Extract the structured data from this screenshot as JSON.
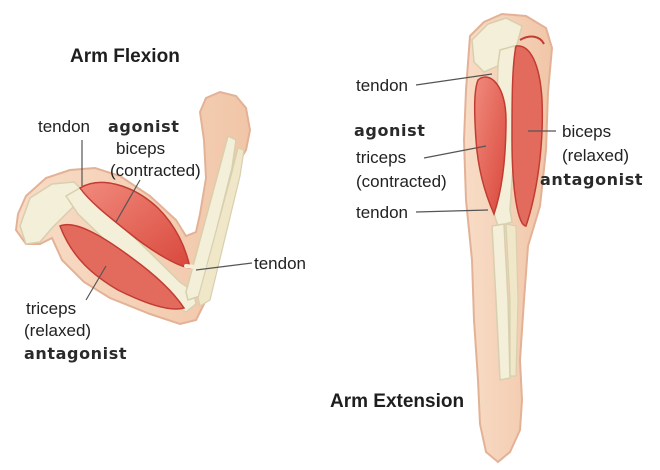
{
  "flexion": {
    "title": "Arm Flexion",
    "tendon_upper": "tendon",
    "agonist": "agonist",
    "biceps": "biceps",
    "biceps_state": "(contracted)",
    "tendon_lower": "tendon",
    "triceps": "triceps",
    "triceps_state": "(relaxed)",
    "antagonist": "antagonist"
  },
  "extension": {
    "title": "Arm Extension",
    "tendon_upper": "tendon",
    "agonist": "agonist",
    "triceps": "triceps",
    "triceps_state": "(contracted)",
    "tendon_lower": "tendon",
    "biceps": "biceps",
    "biceps_state": "(relaxed)",
    "antagonist": "antagonist"
  },
  "colors": {
    "skin": "#f6d2b8",
    "skin_edge": "#e3b296",
    "bone": "#f4efd8",
    "muscle": "#e05a4e",
    "muscle_dark": "#c23c32",
    "leader": "#555555"
  }
}
